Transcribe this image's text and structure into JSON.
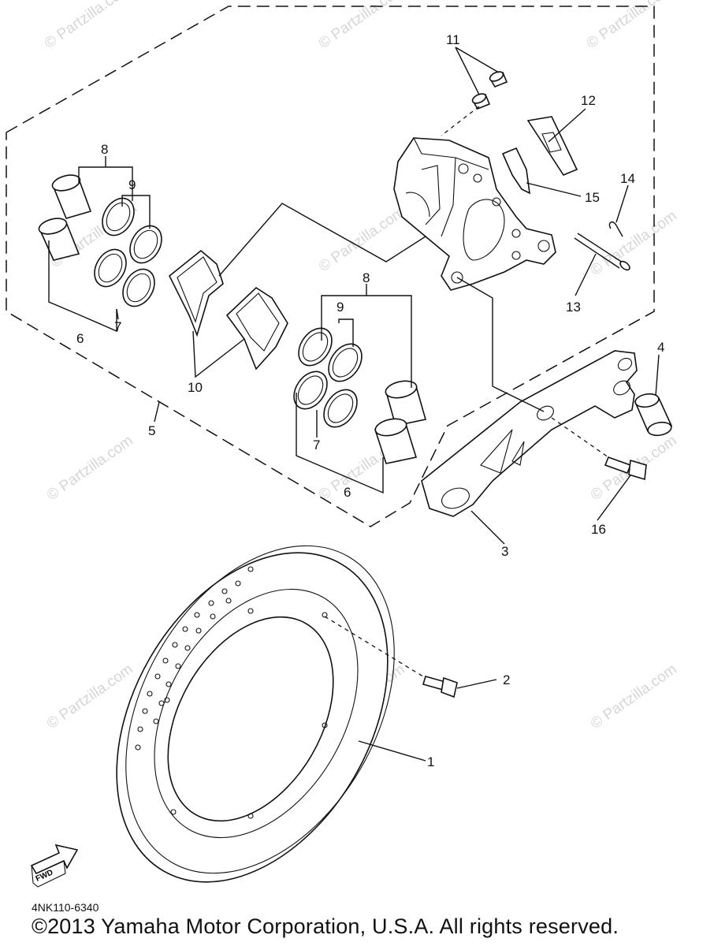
{
  "watermark": "© Partzilla.com",
  "callouts": {
    "c1": "1",
    "c2": "2",
    "c3": "3",
    "c4": "4",
    "c5": "5",
    "c6a": "6",
    "c6b": "6",
    "c7a": "7",
    "c7b": "7",
    "c8a": "8",
    "c8b": "8",
    "c9a": "9",
    "c9b": "9",
    "c10": "10",
    "c11": "11",
    "c12": "12",
    "c13": "13",
    "c14": "14",
    "c15": "15",
    "c16": "16"
  },
  "fwd_label": "FWD",
  "diagram_code": "4NK110-6340",
  "copyright": "©2013  Yamaha Motor Corporation, U.S.A. All rights reserved."
}
